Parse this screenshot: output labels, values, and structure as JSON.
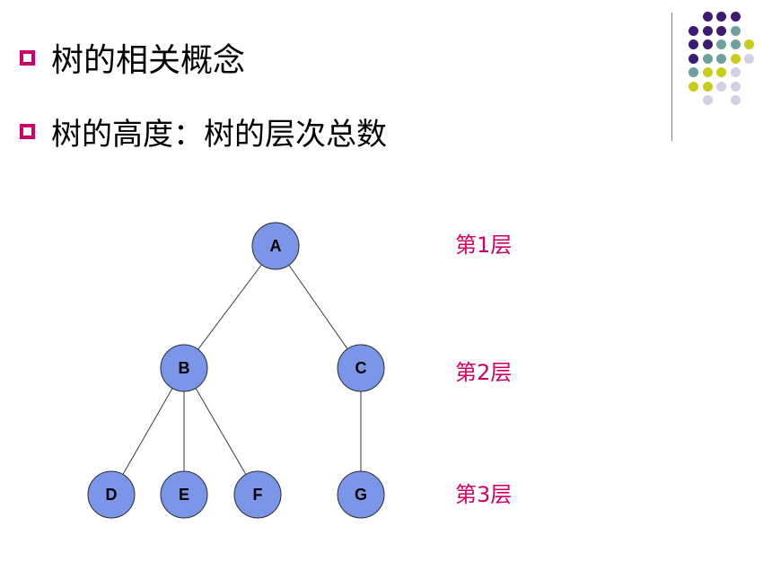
{
  "bullets": [
    {
      "text": "树的相关概念"
    },
    {
      "text": "树的高度：树的层次总数"
    }
  ],
  "colors": {
    "bullet_border": "#cc0066",
    "level_label": "#cc0066",
    "node_fill": "#7b96e8",
    "dot_purple": "#3d1a73",
    "dot_teal": "#6f9f9f",
    "dot_yellow": "#c8cc1a",
    "dot_lilac": "#d0d0e6"
  },
  "tree": {
    "nodes": [
      "A",
      "B",
      "C",
      "D",
      "E",
      "F",
      "G"
    ],
    "edges": [
      [
        "A",
        "B"
      ],
      [
        "A",
        "C"
      ],
      [
        "B",
        "D"
      ],
      [
        "B",
        "E"
      ],
      [
        "B",
        "F"
      ],
      [
        "C",
        "G"
      ]
    ]
  },
  "levels": [
    "第1层",
    "第2层",
    "第3层"
  ]
}
